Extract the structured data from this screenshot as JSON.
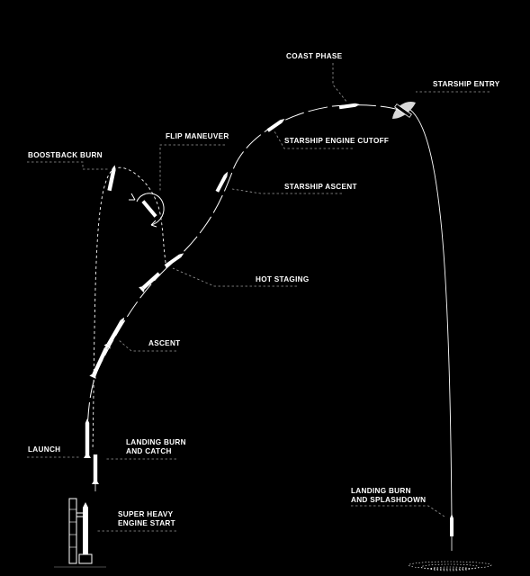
{
  "colors": {
    "background": "#000000",
    "foreground": "#ffffff",
    "leader": "#9a9a9a"
  },
  "labels": {
    "coast_phase": "COAST PHASE",
    "starship_entry": "STARSHIP ENTRY",
    "flip_maneuver": "FLIP MANEUVER",
    "boostback_burn": "BOOSTBACK BURN",
    "starship_engine_cutoff": "STARSHIP ENGINE CUTOFF",
    "starship_ascent": "STARSHIP ASCENT",
    "hot_staging": "HOT STAGING",
    "ascent": "ASCENT",
    "launch": "LAUNCH",
    "landing_burn_catch_1": "LANDING BURN",
    "landing_burn_catch_2": "AND CATCH",
    "super_heavy_start_1": "SUPER HEAVY",
    "super_heavy_start_2": "ENGINE START",
    "landing_splashdown_1": "LANDING BURN",
    "landing_splashdown_2": "AND SPLASHDOWN"
  },
  "icons": [
    "launch-tower-icon",
    "rocket-icon",
    "booster-icon",
    "ship-icon",
    "flip-arrow-icon",
    "splash-icon"
  ]
}
